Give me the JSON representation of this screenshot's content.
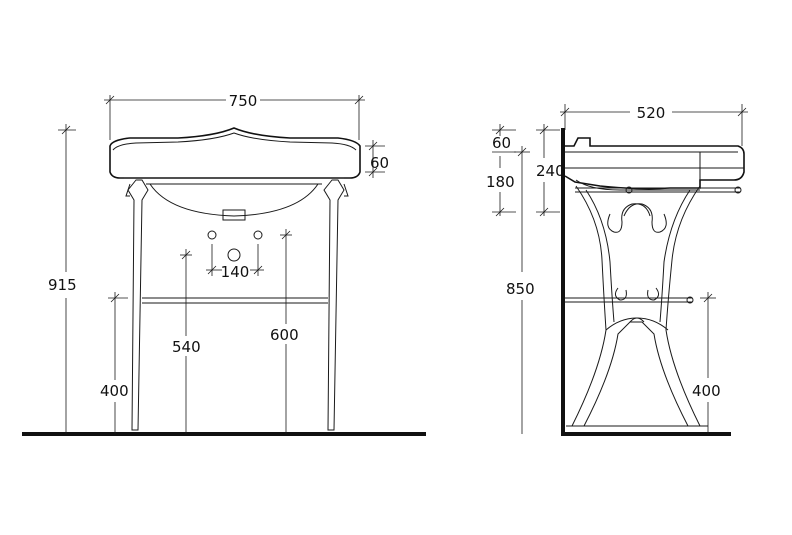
{
  "front_view": {
    "width_label": "750",
    "rim_height_label": "60",
    "tap_spacing_label": "140",
    "drain_height_label": "540",
    "supply_height_label": "600",
    "rail_height_label": "400",
    "total_height_label": "915"
  },
  "side_view": {
    "depth_label": "520",
    "rim_label": "60",
    "bowl_label": "180",
    "basin_label": "240",
    "rim_height_label": "850",
    "rail_height_label": "400"
  }
}
